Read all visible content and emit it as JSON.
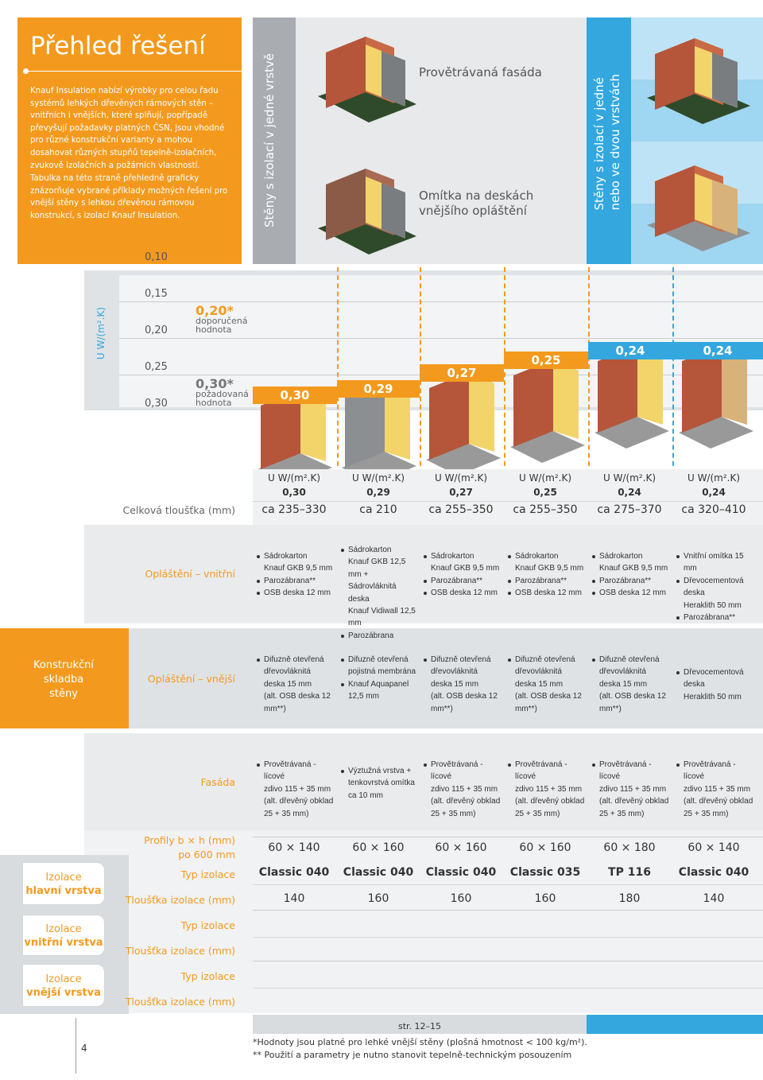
{
  "intro": {
    "title": "Přehled řešení",
    "p1": "Knauf Insulation nabízí výrobky pro celou řadu systémů lehkých dřevěných rámových stěn – vnitřních i vnějších, které splňují, popřípadě převyšují požadavky platných ČSN, jsou vhodné pro různé konstrukční varianty a mohou dosahovat různých stupňů tepelně-izolačních, zvukově izolačních a požárních vlastností.",
    "p2": "Tabulka na této straně přehledně graficky znázorňuje vybrané příklady možných řešení pro vnější stěny s lehkou dřevěnou rámovou konstrukcí, s izolací Knauf Insulation."
  },
  "header": {
    "section_single": "Stěny s izolací v jedné vrstvě",
    "facade": "Provětrávaná fasáda",
    "render": "Omítka na deskách vnějšího opláštění",
    "section_double_1": "Stěny s izolací v jedné",
    "section_double_2": "nebo ve dvou vrstvách"
  },
  "chart": {
    "axis_label": "U W/(m².K)",
    "ticks": [
      "0,10",
      "0,15",
      "0,20",
      "0,25",
      "0,30"
    ],
    "recommended_value": "0,20*",
    "recommended_note_1": "doporučená",
    "recommended_note_2": "hodnota",
    "required_value": "0,30*",
    "required_note_1": "požadovaná",
    "required_note_2": "hodnota",
    "badges": [
      "0,30",
      "0,29",
      "0,27",
      "0,25",
      "0,24",
      "0,24"
    ]
  },
  "table": {
    "u_unit": "U W/(m².K)",
    "u_values": [
      "0,30",
      "0,29",
      "0,27",
      "0,25",
      "0,24",
      "0,24"
    ],
    "thickness_label": "Celková tloušťka (mm)",
    "thickness": [
      "ca 235–330",
      "ca 210",
      "ca 255–350",
      "ca 255–350",
      "ca 275–370",
      "ca 320–410"
    ],
    "construction_label_1": "Konstrukční",
    "construction_label_2": "skladba",
    "construction_label_3": "stěny",
    "inner_label": "Opláštění – vnitřní",
    "outer_label": "Opláštění – vnější",
    "facade_label": "Fasáda",
    "profiles_label_1": "Profily b × h (mm)",
    "profiles_label_2": "po 600 mm",
    "profiles": [
      "60 × 140",
      "60 × 160",
      "60 × 160",
      "60 × 160",
      "60 × 180",
      "60 × 140"
    ],
    "type_label": "Typ izolace",
    "types": [
      "Classic 040",
      "Classic 040",
      "Classic 040",
      "Classic 035",
      "TP 116",
      "Classic 040"
    ],
    "ins_thickness_label": "Tloušťka izolace (mm)",
    "ins_thickness": [
      "140",
      "160",
      "160",
      "160",
      "180",
      "140"
    ],
    "main_layer_1": "Izolace",
    "main_layer_2": "hlavní vrstva",
    "inner_layer_1": "Izolace",
    "inner_layer_2": "vnitřní vrstva",
    "outer_layer_1": "Izolace",
    "outer_layer_2": "vnější vrstva"
  },
  "inner_cladding": [
    [
      [
        "b",
        "Sádrokarton"
      ],
      [
        "",
        "Knauf GKB 9,5 mm"
      ],
      [
        "b",
        "Parozábrana**"
      ],
      [
        "b",
        "OSB deska 12 mm"
      ]
    ],
    [
      [
        "b",
        "Sádrokarton"
      ],
      [
        "",
        "Knauf GKB 12,5 mm +"
      ],
      [
        "",
        "Sádrovláknitá deska"
      ],
      [
        "",
        "Knauf Vidiwall 12,5 mm"
      ],
      [
        "b",
        "Parozábrana"
      ]
    ],
    [
      [
        "b",
        "Sádrokarton"
      ],
      [
        "",
        "Knauf GKB 9,5 mm"
      ],
      [
        "b",
        "Parozábrana**"
      ],
      [
        "b",
        "OSB deska 12 mm"
      ]
    ],
    [
      [
        "b",
        "Sádrokarton"
      ],
      [
        "",
        "Knauf GKB 9,5 mm"
      ],
      [
        "b",
        "Parozábrana**"
      ],
      [
        "b",
        "OSB deska 12 mm"
      ]
    ],
    [
      [
        "b",
        "Sádrokarton"
      ],
      [
        "",
        "Knauf GKB 9,5 mm"
      ],
      [
        "b",
        "Parozábrana**"
      ],
      [
        "b",
        "OSB deska 12 mm"
      ]
    ],
    [
      [
        "b",
        "Vnitřní omítka 15 mm"
      ],
      [
        "b",
        "Dřevocementová deska"
      ],
      [
        "",
        "Heraklith 50 mm"
      ],
      [
        "b",
        "Parozábrana**"
      ]
    ]
  ],
  "outer_cladding": [
    [
      [
        "b",
        "Difuzně otevřená"
      ],
      [
        "",
        "dřevovláknitá"
      ],
      [
        "",
        "deska 15 mm"
      ],
      [
        "",
        "(alt. OSB deska 12 mm**)"
      ]
    ],
    [
      [
        "b",
        "Difuzně otevřená"
      ],
      [
        "",
        "pojistná membrána"
      ],
      [
        "b",
        "Knauf Aquapanel"
      ],
      [
        "",
        "12,5 mm"
      ]
    ],
    [
      [
        "b",
        "Difuzně otevřená"
      ],
      [
        "",
        "dřevovláknitá"
      ],
      [
        "",
        "deska 15 mm"
      ],
      [
        "",
        "(alt. OSB deska 12 mm**)"
      ]
    ],
    [
      [
        "b",
        "Difuzně otevřená"
      ],
      [
        "",
        "dřevovláknitá"
      ],
      [
        "",
        "deska 15 mm"
      ],
      [
        "",
        "(alt. OSB deska 12 mm**)"
      ]
    ],
    [
      [
        "b",
        "Difuzně otevřená"
      ],
      [
        "",
        "dřevovláknitá"
      ],
      [
        "",
        "deska 15 mm"
      ],
      [
        "",
        "(alt. OSB deska 12 mm**)"
      ]
    ],
    [
      [
        "b",
        "Dřevocementová deska"
      ],
      [
        "",
        "Heraklith 50 mm"
      ]
    ]
  ],
  "facade": [
    [
      [
        "b",
        "Provětrávaná - lícové"
      ],
      [
        "",
        "zdivo 115 + 35 mm"
      ],
      [
        "",
        "(alt. dřevěný obklad"
      ],
      [
        "",
        "25 + 35 mm)"
      ]
    ],
    [
      [
        "b",
        "Výztužná vrstva +"
      ],
      [
        "",
        "tenkovrstvá omítka"
      ],
      [
        "",
        "ca 10 mm"
      ]
    ],
    [
      [
        "b",
        "Provětrávaná - lícové"
      ],
      [
        "",
        "zdivo 115 + 35 mm"
      ],
      [
        "",
        "(alt. dřevěný obklad"
      ],
      [
        "",
        "25 + 35 mm)"
      ]
    ],
    [
      [
        "b",
        "Provětrávaná - lícové"
      ],
      [
        "",
        "zdivo 115 + 35 mm"
      ],
      [
        "",
        "(alt. dřevěný obklad"
      ],
      [
        "",
        "25 + 35 mm)"
      ]
    ],
    [
      [
        "b",
        "Provětrávaná - lícové"
      ],
      [
        "",
        "zdivo 115 + 35 mm"
      ],
      [
        "",
        "(alt. dřevěný obklad"
      ],
      [
        "",
        "25 + 35 mm)"
      ]
    ],
    [
      [
        "b",
        "Provětrávaná - lícové"
      ],
      [
        "",
        "zdivo 115 + 35 mm"
      ],
      [
        "",
        "(alt. dřevěný obklad"
      ],
      [
        "",
        "25 + 35 mm)"
      ]
    ]
  ],
  "footer": {
    "page_ref": "str. 12–15",
    "note1": "*Hodnoty jsou platné pro lehké vnější stěny (plošná hmotnost < 100 kg/m²).",
    "note2": "** Použití a parametry je nutno stanovit tepelně-technickým posouzením",
    "page_number": "4"
  },
  "colors": {
    "orange": "#f39a1e",
    "blue": "#33a7de",
    "light_blue": "#9fd6f1",
    "grey": "#a9adb2"
  }
}
